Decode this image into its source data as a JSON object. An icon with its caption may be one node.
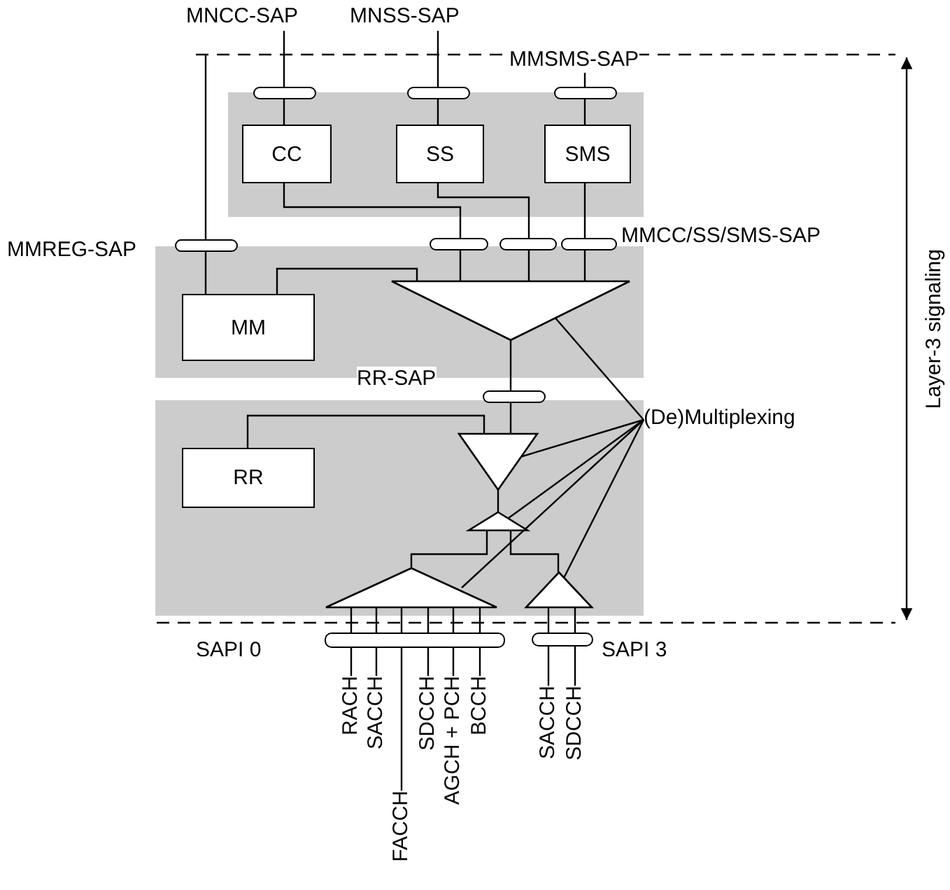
{
  "diagram": {
    "nodes": [
      {
        "text": [],
        "shape": "box"
      },
      {
        "text": [
          "MNCC-SAP"
        ]
      },
      {
        "text": [
          "MNSS-SAP"
        ]
      },
      {
        "text": [
          "MMSMS-SAP"
        ]
      },
      {
        "text": [],
        "shape": "bar"
      },
      {
        "text": [],
        "shape": "bar"
      },
      {
        "text": [],
        "shape": "bar"
      },
      {
        "text": [
          "CC"
        ],
        "in": 0
      },
      {
        "text": [
          "SS"
        ],
        "in": 0
      },
      {
        "text": [
          "SMS"
        ],
        "in": 0
      },
      {
        "text": [],
        "shape": "box"
      },
      {
        "text": [],
        "shape": "bar",
        "beside": [
          "MMREG-SAP"
        ]
      },
      {
        "text": [],
        "shape": "bar"
      },
      {
        "text": [],
        "shape": "bar"
      },
      {
        "text": [],
        "shape": "bar",
        "beside": [
          "MMCC/SS/SMS-SAP"
        ]
      },
      {
        "text": [
          "MM"
        ],
        "in": 10
      },
      {
        "text": [],
        "shape": "triangle",
        "in": 10
      },
      {
        "text": [],
        "shape": "bar",
        "beside": [
          "RR-SAP"
        ]
      },
      {
        "text": [],
        "shape": "box"
      },
      {
        "text": [
          "RR"
        ],
        "in": 18
      },
      {
        "text": [],
        "shape": "triangle",
        "in": 18
      },
      {
        "text": [],
        "shape": "triangle",
        "in": 18
      },
      {
        "text": [],
        "shape": "triangle",
        "in": 18
      },
      {
        "text": [],
        "shape": "triangle",
        "in": 18
      },
      {
        "text": [
          "(De)Multiplexing"
        ]
      },
      {
        "text": [],
        "shape": "bar",
        "beside": [
          "SAPI 0"
        ]
      },
      {
        "text": [],
        "shape": "bar",
        "beside": [
          "SAPI 3"
        ]
      },
      {
        "text": [
          "RACH"
        ]
      },
      {
        "text": [
          "SACCH"
        ]
      },
      {
        "text": [
          "FACCH"
        ]
      },
      {
        "text": [
          "SDCCH"
        ]
      },
      {
        "text": [
          "AGCH + PCH"
        ]
      },
      {
        "text": [
          "BCCH"
        ]
      },
      {
        "text": [
          "SACCH"
        ]
      },
      {
        "text": [
          "SDCCH"
        ]
      }
    ],
    "edges": [
      {
        "from": 1,
        "to": 4,
        "arrow": "none"
      },
      {
        "from": 2,
        "to": 5,
        "arrow": "none"
      },
      {
        "from": 3,
        "to": 6,
        "arrow": "none"
      },
      {
        "from": 4,
        "to": 7,
        "arrow": "none"
      },
      {
        "from": 5,
        "to": 8,
        "arrow": "none"
      },
      {
        "from": 6,
        "to": 9,
        "arrow": "none"
      },
      {
        "from": 7,
        "to": 12,
        "arrow": "none"
      },
      {
        "from": 8,
        "to": 13,
        "arrow": "none"
      },
      {
        "from": 9,
        "to": 14,
        "arrow": "none"
      },
      {
        "from": null,
        "to": 11,
        "arrow": "none"
      },
      {
        "from": 11,
        "to": 15,
        "arrow": "none"
      },
      {
        "from": 15,
        "to": 16,
        "arrow": "none"
      },
      {
        "from": 12,
        "to": 16,
        "arrow": "none"
      },
      {
        "from": 13,
        "to": 16,
        "arrow": "none"
      },
      {
        "from": 14,
        "to": 16,
        "arrow": "none"
      },
      {
        "from": 16,
        "to": 17,
        "arrow": "none"
      },
      {
        "from": 17,
        "to": 20,
        "arrow": "none"
      },
      {
        "from": 19,
        "to": 20,
        "arrow": "none"
      },
      {
        "from": 20,
        "to": 21,
        "arrow": "none"
      },
      {
        "from": 21,
        "to": 22,
        "arrow": "none"
      },
      {
        "from": 21,
        "to": 23,
        "arrow": "none"
      },
      {
        "from": 24,
        "to": 16,
        "arrow": "none"
      },
      {
        "from": 24,
        "to": 20,
        "arrow": "none"
      },
      {
        "from": 24,
        "to": 21,
        "arrow": "none"
      },
      {
        "from": 24,
        "to": 22,
        "arrow": "none"
      },
      {
        "from": 24,
        "to": 23,
        "arrow": "none"
      },
      {
        "from": 22,
        "to": 25,
        "arrow": "none"
      },
      {
        "from": 23,
        "to": 26,
        "arrow": "none"
      },
      {
        "from": 25,
        "to": 27,
        "arrow": "none"
      },
      {
        "from": 25,
        "to": 28,
        "arrow": "none"
      },
      {
        "from": 25,
        "to": 29,
        "arrow": "none"
      },
      {
        "from": 25,
        "to": 30,
        "arrow": "none"
      },
      {
        "from": 25,
        "to": 31,
        "arrow": "none"
      },
      {
        "from": 25,
        "to": 32,
        "arrow": "none"
      },
      {
        "from": 26,
        "to": 33,
        "arrow": "none"
      },
      {
        "from": 26,
        "to": 34,
        "arrow": "none"
      }
    ],
    "labels": [
      "Layer-3 signaling"
    ]
  }
}
